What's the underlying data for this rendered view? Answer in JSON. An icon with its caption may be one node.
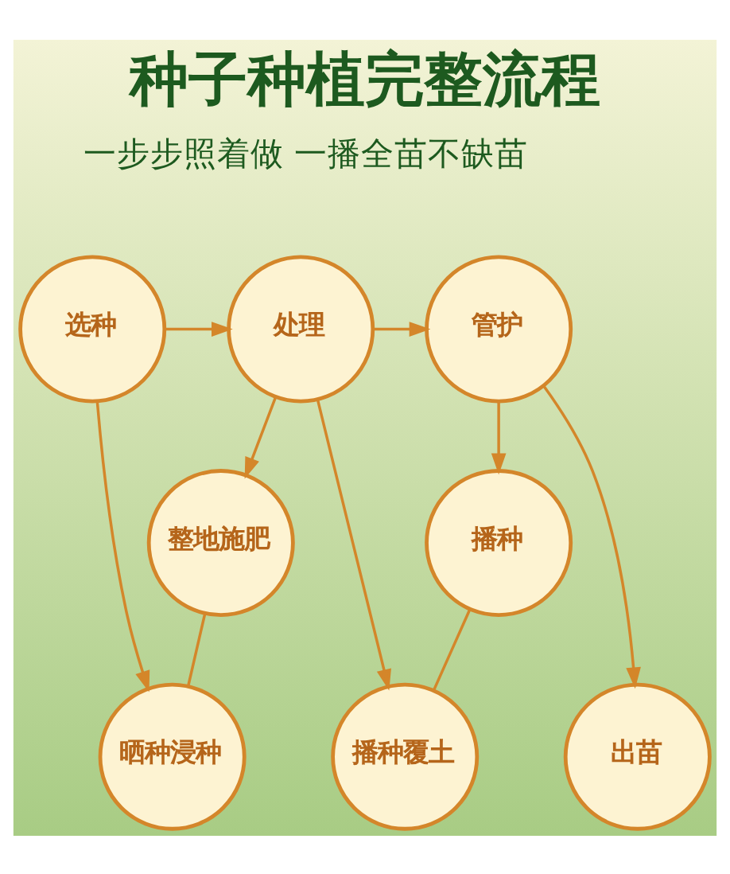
{
  "diagram": {
    "title": "种子种植完整流程",
    "nodes": [
      {
        "text": [
          "选种"
        ]
      },
      {
        "text": [
          "处理"
        ]
      },
      {
        "text": [
          "管护"
        ]
      },
      {
        "text": [
          "整地施肥"
        ]
      },
      {
        "text": [
          "播种"
        ]
      },
      {
        "text": [
          "晒种浸种"
        ]
      },
      {
        "text": [
          "播种覆土"
        ]
      },
      {
        "text": [
          "出苗"
        ]
      }
    ],
    "edges": [
      {
        "from": 0,
        "to": 1,
        "arrow": "to"
      },
      {
        "from": 1,
        "to": 2,
        "arrow": "to"
      },
      {
        "from": 1,
        "to": 3,
        "arrow": "to"
      },
      {
        "from": 2,
        "to": 4,
        "arrow": "to"
      },
      {
        "from": 0,
        "to": 5,
        "arrow": "to"
      },
      {
        "from": 1,
        "to": 6,
        "arrow": "to"
      },
      {
        "from": 2,
        "to": 7,
        "arrow": "to"
      },
      {
        "from": 3,
        "to": 5,
        "arrow": "none"
      },
      {
        "from": 4,
        "to": 6,
        "arrow": "none"
      }
    ],
    "labels": [
      "一步步照着做 一播全苗不缺苗"
    ]
  }
}
